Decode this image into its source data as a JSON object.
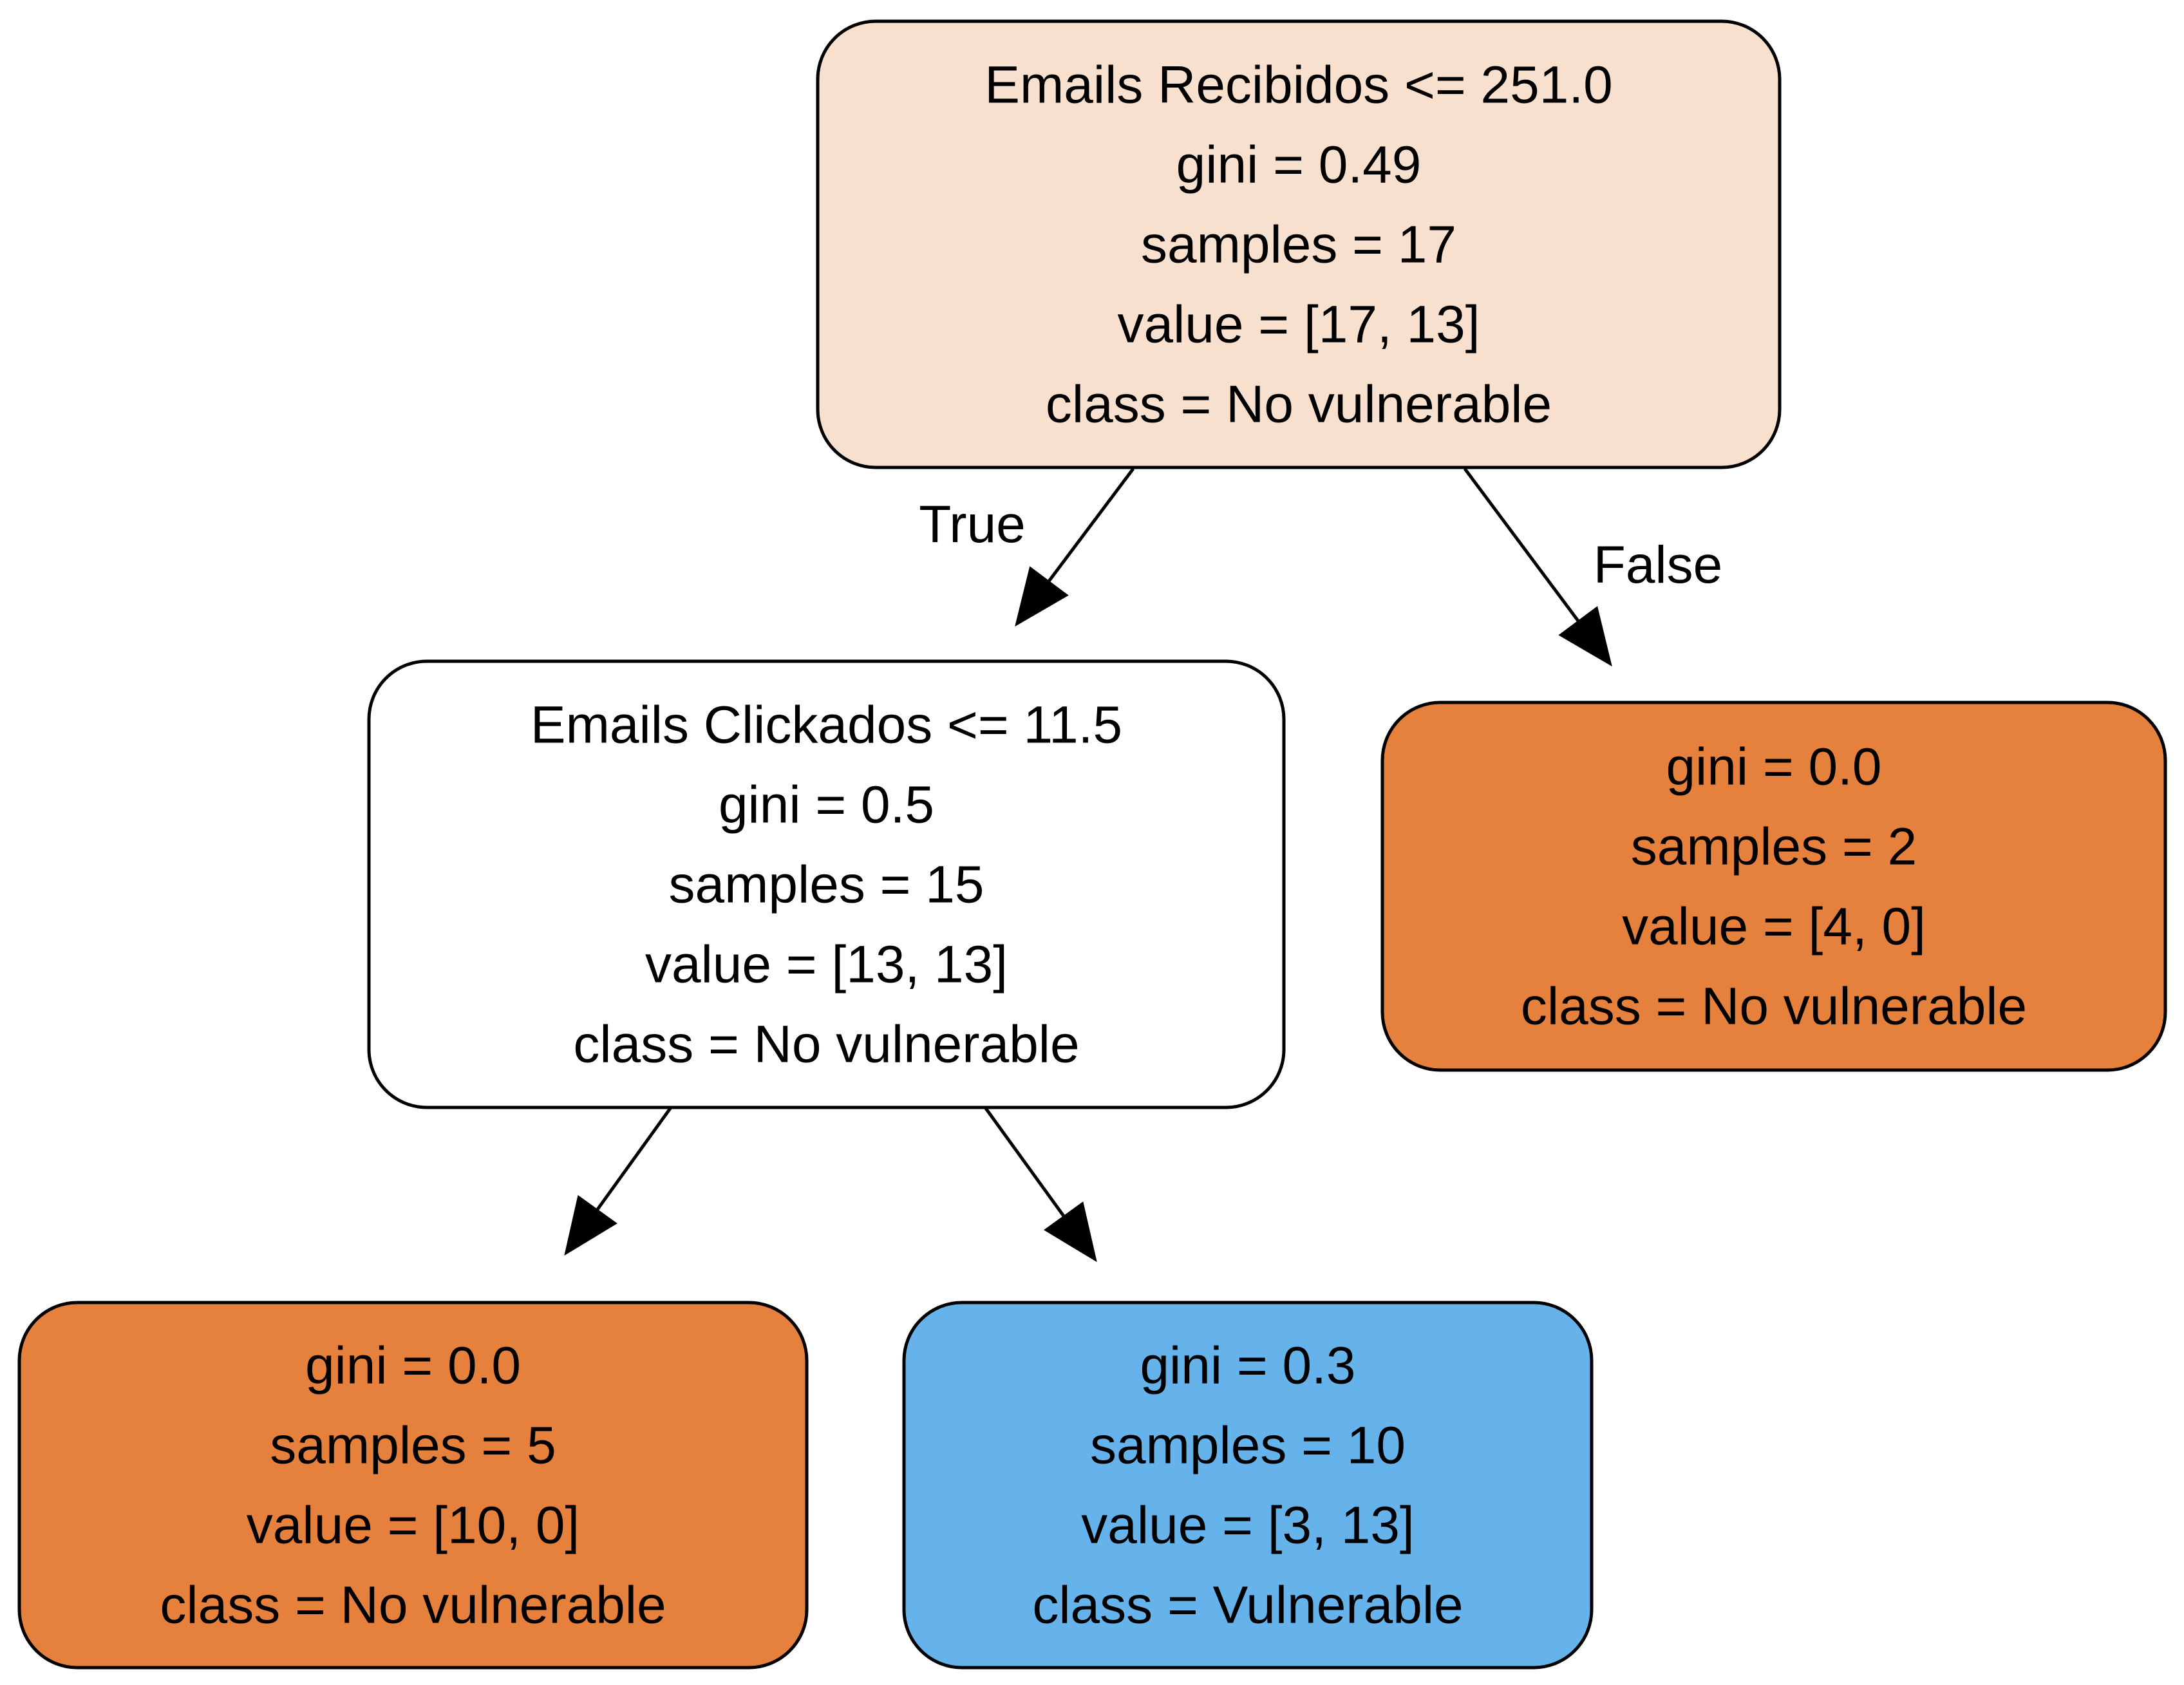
{
  "colors": {
    "root": "#f8e0cf",
    "split_white": "#ffffff",
    "leaf_orange": "#e5813c",
    "leaf_blue": "#66b2ea"
  },
  "nodes": [
    {
      "id": "n0",
      "lines": [
        "Emails Recibidos <= 251.0",
        "gini = 0.49",
        "samples = 17",
        "value = [17, 13]",
        "class = No vulnerable"
      ],
      "fill": "#f8e0cf"
    },
    {
      "id": "n1",
      "lines": [
        "Emails Clickados <= 11.5",
        "gini = 0.5",
        "samples = 15",
        "value = [13, 13]",
        "class = No vulnerable"
      ],
      "fill": "#ffffff"
    },
    {
      "id": "n2",
      "lines": [
        "gini = 0.0",
        "samples = 2",
        "value = [4, 0]",
        "class = No vulnerable"
      ],
      "fill": "#e5813c"
    },
    {
      "id": "n3",
      "lines": [
        "gini = 0.0",
        "samples = 5",
        "value = [10, 0]",
        "class = No vulnerable"
      ],
      "fill": "#e5813c"
    },
    {
      "id": "n4",
      "lines": [
        "gini = 0.3",
        "samples = 10",
        "value = [3, 13]",
        "class = Vulnerable"
      ],
      "fill": "#66b2ea"
    }
  ],
  "edges": [
    {
      "from": "n0",
      "to": "n1",
      "label": "True"
    },
    {
      "from": "n0",
      "to": "n2",
      "label": "False"
    },
    {
      "from": "n1",
      "to": "n3",
      "label": ""
    },
    {
      "from": "n1",
      "to": "n4",
      "label": ""
    }
  ]
}
